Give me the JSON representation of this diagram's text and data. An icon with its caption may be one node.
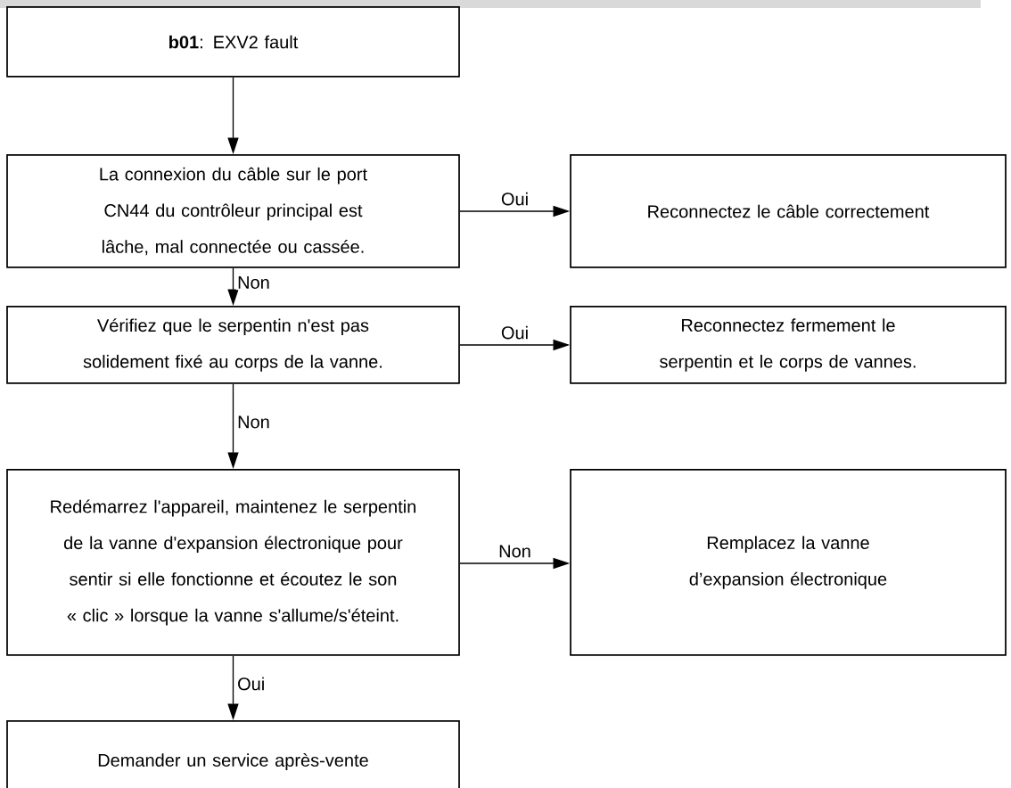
{
  "diagram": {
    "nodes": [
      {
        "text": [
          "**b01**: EXV2 fault"
        ]
      },
      {
        "text": [
          "La connexion du câble sur le port CN44 du contrôleur principal est lâche, mal connectée ou cassée."
        ]
      },
      {
        "text": [
          "Reconnectez le câble correctement"
        ]
      },
      {
        "text": [
          "Vérifiez que le serpentin n'est pas solidement fixé au corps de la vanne."
        ]
      },
      {
        "text": [
          "Reconnectez fermement le serpentin et le corps de vannes."
        ]
      },
      {
        "text": [
          "Redémarrez l'appareil, maintenez le serpentin de la vanne d'expansion électronique pour sentir si elle fonctionne et écoutez le son « clic » lorsque la vanne s'allume/s'éteint."
        ]
      },
      {
        "text": [
          "Remplacez la vanne d’expansion électronique"
        ]
      },
      {
        "text": [
          "Demander un service après-vente"
        ]
      }
    ],
    "edges": [
      {
        "from": 0,
        "to": 1,
        "arrow": "to"
      },
      {
        "from": 1,
        "to": 2,
        "arrow": "to",
        "label": "Oui"
      },
      {
        "from": 1,
        "to": 3,
        "arrow": "to",
        "label": "Non"
      },
      {
        "from": 3,
        "to": 4,
        "arrow": "to",
        "label": "Oui"
      },
      {
        "from": 3,
        "to": 5,
        "arrow": "to",
        "label": "Non"
      },
      {
        "from": 5,
        "to": 6,
        "arrow": "to",
        "label": "Non"
      },
      {
        "from": 5,
        "to": 7,
        "arrow": "to",
        "label": "Oui"
      }
    ]
  }
}
